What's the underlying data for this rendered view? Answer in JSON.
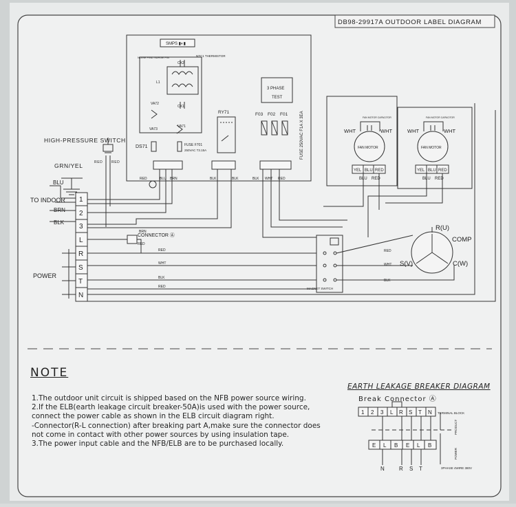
{
  "label_title": "DB98-29917A OUTDOOR LABEL DIAGRAM",
  "pcb": {
    "smps": "SMPS ▮◐▮",
    "noise_filter": "NOISE FIND SURGE FIN",
    "ntc": "NTC1 THERMISTOR",
    "cx2": "CX2",
    "l1": "L1",
    "va72": "VA72",
    "cx1": "CX1",
    "va73": "VA73",
    "va71": "VA71",
    "ds71": "DS71",
    "fuse_f701": "FUSE F701",
    "fuse_f701_rating": "250VAC T3.15A",
    "ry71": "RY71",
    "three_phase": "3 PHASE",
    "test": "TEST",
    "f03": "F03",
    "f02": "F02",
    "f01": "F01",
    "fuse_side": "FUSE 250VAC F1A X 3EA"
  },
  "fan_left": {
    "cap": "FAN MOTOR CAPACITOR",
    "motor": "FAN MOTOR",
    "wht_l": "WHT",
    "wht_r": "WHT",
    "t1": "YEL",
    "t2": "BLU",
    "t3": "RED",
    "w1": "BLU",
    "w2": "RED"
  },
  "fan_right": {
    "cap": "FAN MOTOR CAPACITOR",
    "motor": "FAN MOTOR",
    "wht_l": "WHT",
    "wht_r": "WHT",
    "t1": "YEL",
    "t2": "BLU",
    "t3": "RED",
    "w1": "BLU",
    "w2": "RED"
  },
  "hp_switch": "HIGH-PRESSURE SWITCH",
  "grn_yel": "GRN/YEL",
  "to_indoor": "TO INDOOR",
  "power": "POWER",
  "terminals": [
    "1",
    "2",
    "3",
    "L",
    "R",
    "S",
    "T",
    "N"
  ],
  "wire_labels": {
    "blu": "BLU",
    "brn": "BRN",
    "blk": "BLK",
    "red": "RED",
    "wht": "WHT"
  },
  "connector": "CONNECTOR Ⓐ",
  "magnet_switch": "MAGNET SWITCH",
  "comp": {
    "label": "COMP",
    "r": "R(U)",
    "s": "S(V)",
    "c": "C(W)"
  },
  "note_title": "NOTE",
  "notes": [
    "1.The outdoor unit circuit is shipped based on the NFB power source wiring.",
    "2.If the ELB(earth leakage circuit breaker-50A)is used with the power source,",
    "   connect the power cable as shown in the ELB circuit diagram right.",
    "  -Connector(R-L connection) after breaking part A,make sure the connector does",
    "   not come in contact with other power sources by using insulation tape.",
    "3.The power input cable and the NFB/ELB are to be purchased locally."
  ],
  "elb": {
    "title": "EARTH LEAKAGE BREAKER DIAGRAM",
    "break_connector": "Break Connector Ⓐ",
    "cells": [
      "1",
      "2",
      "3",
      "L",
      "R",
      "S",
      "T",
      "N"
    ],
    "terminal_block": "TERMINAL BLOCK",
    "product": "PRODUCT",
    "power": "POWER",
    "elb_cells": [
      "E",
      "L",
      "B",
      "E",
      "L",
      "B"
    ],
    "bottom": [
      "N",
      "R",
      "S",
      "T"
    ],
    "supply": "3PHASE 4WIRE 380V"
  }
}
